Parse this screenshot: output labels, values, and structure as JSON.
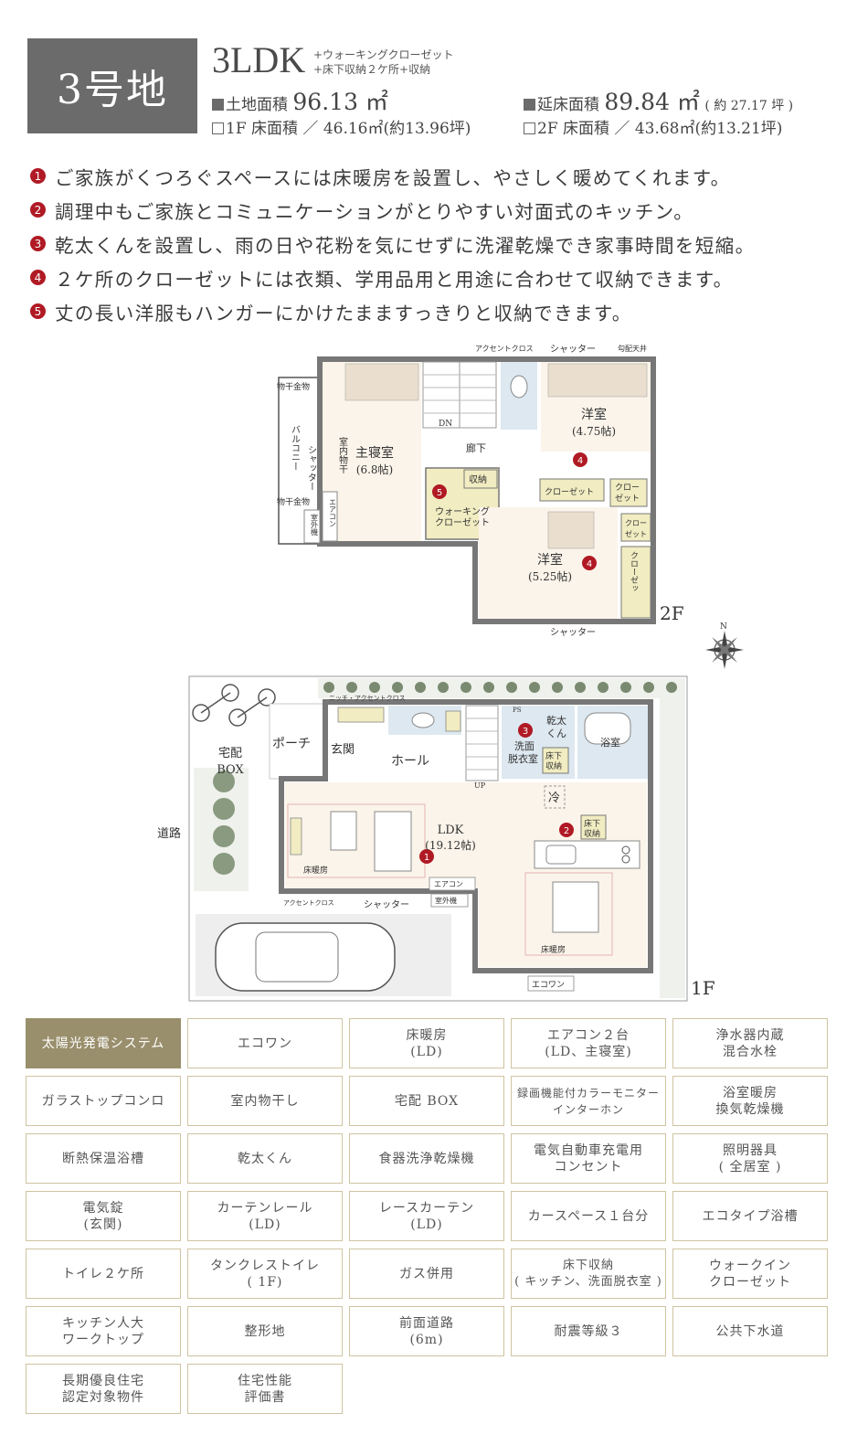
{
  "header": {
    "lot": "3号地",
    "layout": "3LDK",
    "extras_line1": "+ウォーキングクローゼット",
    "extras_line2": "+床下収納２ケ所+収納",
    "land_area_label": "土地面積",
    "land_area_value": "96.13 ㎡",
    "floor_area_label": "延床面積",
    "floor_area_value": "89.84 ㎡",
    "floor_area_tsubo": "( 約 27.17 坪 )",
    "f1_area": "1F 床面積 ／ 46.16㎡(約13.96坪)",
    "f2_area": "2F 床面積 ／ 43.68㎡(約13.21坪)"
  },
  "features": [
    {
      "num": "1",
      "text": "ご家族がくつろぐスペースには床暖房を設置し、やさしく暖めてくれます。"
    },
    {
      "num": "2",
      "text": "調理中もご家族とコミュニケーションがとりやすい対面式のキッチン。"
    },
    {
      "num": "3",
      "text": "乾太くんを設置し、雨の日や花粉を気にせずに洗濯乾燥でき家事時間を短縮。"
    },
    {
      "num": "4",
      "text": "２ケ所のクローゼットには衣類、学用品用と用途に合わせて収納できます。"
    },
    {
      "num": "5",
      "text": "丈の長い洋服もハンガーにかけたまますっきりと収納できます。"
    }
  ],
  "floor2": {
    "floor_label": "2F",
    "accent_cross": "アクセントクロス",
    "shutter_top": "シャッター",
    "loft": "勾配天井",
    "monohoshi_top": "物干金物",
    "monohoshi_bottom": "物干金物",
    "balcony": "バルコニー",
    "shutter_side": "シャッター",
    "indoor_dry": "室内物干",
    "master": "主寝室",
    "master_size": "(6.8帖)",
    "aircon": "エアコン",
    "outdoor_unit": "室外機",
    "dn": "DN",
    "hall": "廊下",
    "storage": "収納",
    "wic_1": "ウォーキング",
    "wic_2": "クローゼット",
    "room_a": "洋室",
    "room_a_size": "(4.75帖)",
    "closet_a": "クローゼット",
    "closet_b1": "クロー",
    "closet_b2": "ゼット",
    "closet_c1": "クロー",
    "closet_c2": "ゼット",
    "room_b": "洋室",
    "room_b_size": "(5.25帖)",
    "closet_d": "クローゼッ",
    "shutter_bottom": "シャッター"
  },
  "floor1": {
    "floor_label": "1F",
    "compass": "N",
    "accent_cross": "ニッチ・アクセントクロス",
    "porch": "ポーチ",
    "entrance": "玄関",
    "hall": "ホール",
    "delivery_1": "宅配",
    "delivery_2": "BOX",
    "road": "道路",
    "ps": "PS",
    "kanta_1": "乾太",
    "kanta_2": "くん",
    "washroom_1": "洗面",
    "washroom_2": "脱衣室",
    "underfloor_1": "床下",
    "underfloor_2": "収納",
    "bath": "浴室",
    "up": "UP",
    "fridge": "冷",
    "ldk": "LDK",
    "ldk_size": "(19.12帖)",
    "kitchen_storage_1": "床下",
    "kitchen_storage_2": "収納",
    "floor_heat_1": "床暖房",
    "floor_heat_2": "床暖房",
    "aircon": "エアコン",
    "outdoor_unit": "室外機",
    "accent_cross_2": "アクセントクロス",
    "shutter": "シャッター",
    "ecowan": "エコワン"
  },
  "equipment": [
    "太陽光発電システム",
    "エコワン",
    "床暖房\n(LD)",
    "エアコン２台\n(LD、主寝室)",
    "浄水器内蔵\n混合水栓",
    "ガラストップコンロ",
    "室内物干し",
    "宅配 BOX",
    "録画機能付カラーモニター\nインターホン",
    "浴室暖房\n換気乾燥機",
    "断熱保温浴槽",
    "乾太くん",
    "食器洗浄乾燥機",
    "電気自動車充電用\nコンセント",
    "照明器具\n( 全居室 )",
    "電気錠\n(玄関)",
    "カーテンレール\n(LD)",
    "レースカーテン\n(LD)",
    "カースペース１台分",
    "エコタイプ浴槽",
    "トイレ２ケ所",
    "タンクレストイレ\n( 1F)",
    "ガス併用",
    "床下収納\n( キッチン、洗面脱衣室 )",
    "ウォークイン\nクローゼット",
    "キッチン人大\nワークトップ",
    "整形地",
    "前面道路\n(6m)",
    "耐震等級３",
    "公共下水道",
    "長期優良住宅\n認定対象物件",
    "住宅性能\n評価書"
  ],
  "highlighted_equipment": "太陽光発電システム",
  "colors": {
    "accent_red": "#b01a24",
    "badge_gray": "#6b6b6b",
    "equip_border": "#cfc4a0",
    "equip_highlight": "#9a8f6c",
    "storage_yellow": "#f1ecc1"
  }
}
